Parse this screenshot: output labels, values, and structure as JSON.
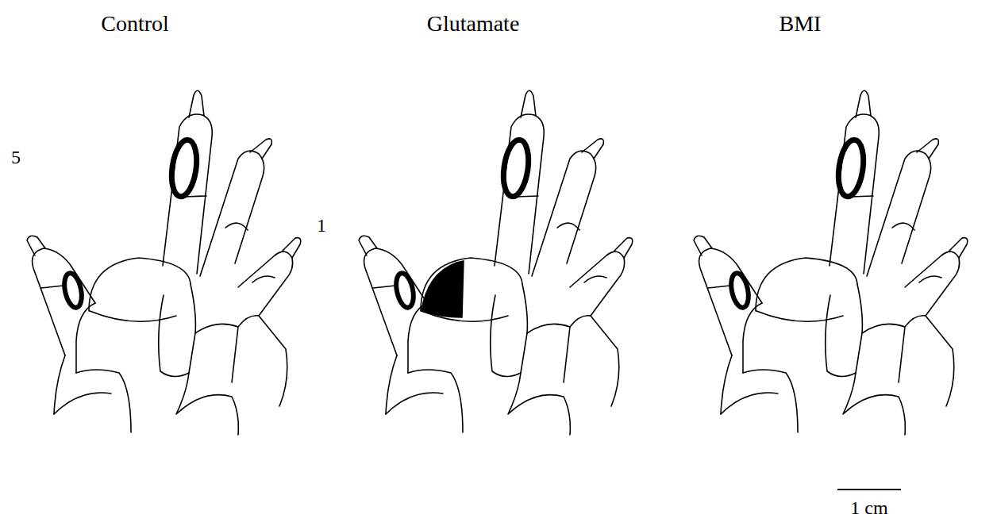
{
  "diagram": {
    "labels": [
      "Control",
      "Glutamate",
      "BMI",
      "5",
      "1",
      "1 cm"
    ]
  }
}
